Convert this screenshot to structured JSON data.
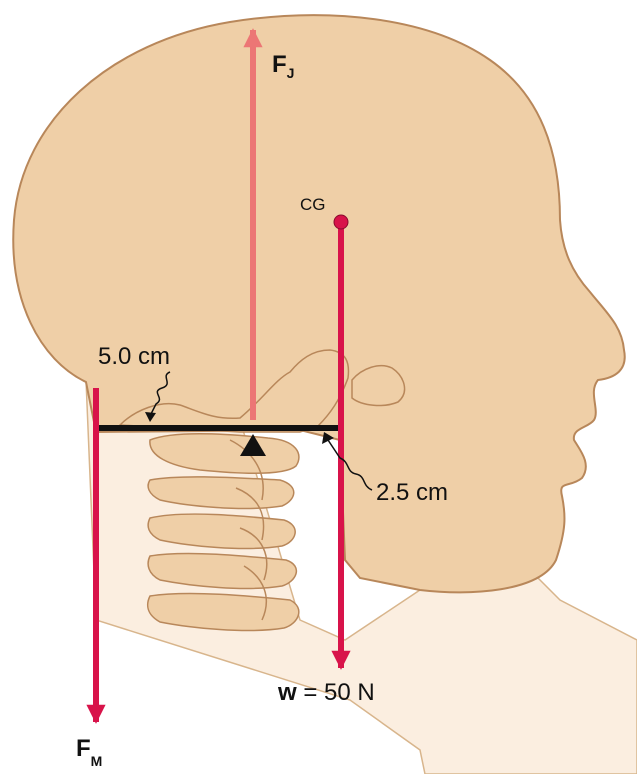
{
  "colors": {
    "background": "#ffffff",
    "neck_fill": "#fbeee0",
    "head_fill": "#efcfa7",
    "outline": "#b8875a",
    "force_red": "#d8134a",
    "fj_pink": "#ec7675",
    "lever": "#111111"
  },
  "labels": {
    "fj_main": "F",
    "fj_sub": "J",
    "fm_main": "F",
    "fm_sub": "M",
    "cg": "CG",
    "dist_left": "5.0  cm",
    "dist_right": "2.5  cm",
    "w_symbol": "w",
    "w_value": " = 50 N"
  },
  "icons": {
    "pivot": "triangle-fulcrum-icon",
    "cg_marker": "dot-icon"
  }
}
